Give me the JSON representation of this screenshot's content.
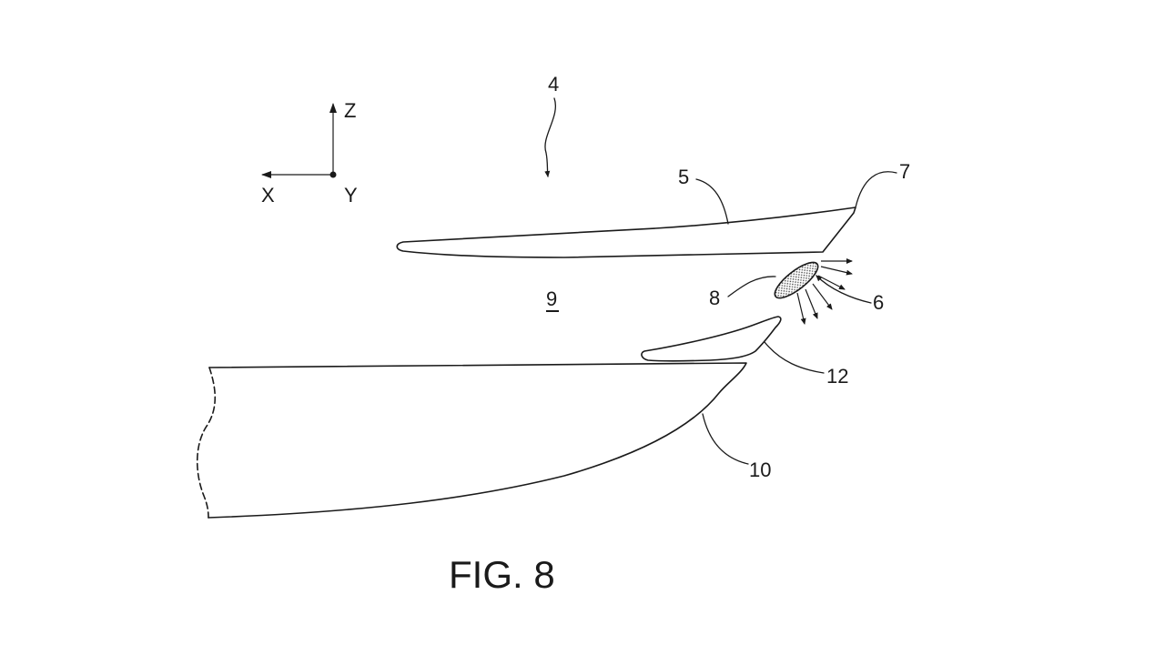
{
  "figure": {
    "caption": "FIG. 8",
    "axes": {
      "z_label": "Z",
      "x_label": "X",
      "y_label": "Y"
    },
    "references": {
      "assembly": "4",
      "upper_element": "5",
      "nozzle": "6",
      "trailing_edge": "7",
      "nozzle_body": "8",
      "gap": "9",
      "main_wing": "10",
      "slot_element": "12"
    }
  }
}
